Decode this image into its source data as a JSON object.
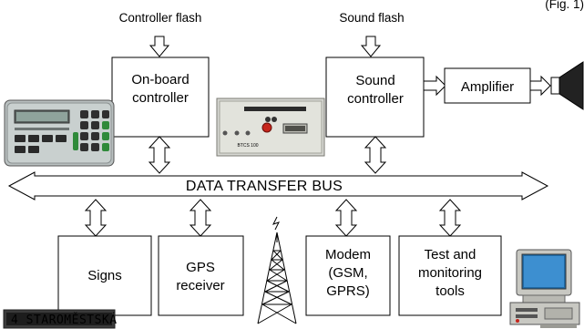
{
  "top_right_text": "(Fig. 1)",
  "controller_flash": "Controller flash",
  "sound_flash": "Sound flash",
  "onboard_controller": [
    "On-board",
    "controller"
  ],
  "sound_controller": [
    "Sound",
    "controller"
  ],
  "amplifier": "Amplifier",
  "bus_label": "DATA TRANSFER BUS",
  "signs": "Signs",
  "gps_receiver": [
    "GPS",
    "receiver"
  ],
  "modem": [
    "Modem",
    "(GSM,",
    "GPRS)"
  ],
  "test_tools": [
    "Test and",
    "monitoring",
    "tools"
  ],
  "sign_display_text": "4 STAROMĚSTSKÁ",
  "device_panel_text": "BTCS 100",
  "colors": {
    "line": "#000000",
    "sign_display_bg": "#3b3b3b",
    "sign_display_text": "#e8c95a",
    "keypad_body": "#b9c0c0",
    "keypad_green": "#2f8a3a",
    "monitor_screen": "#1f6aa6"
  },
  "icons": [
    "speaker-icon",
    "antenna-tower-icon",
    "computer-icon",
    "keypad-device-image",
    "sound-controller-device-image",
    "sign-display-image"
  ]
}
